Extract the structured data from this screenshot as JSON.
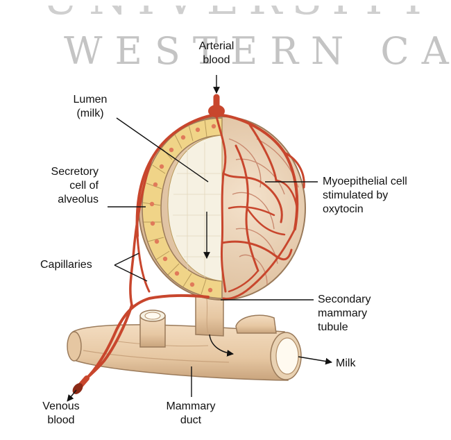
{
  "watermark": {
    "line1": "UNIVERSITY of the",
    "line2": "WESTERN CAPE"
  },
  "labels": {
    "arterial_1": "Arterial",
    "arterial_2": "blood",
    "lumen_1": "Lumen",
    "lumen_2": "(milk)",
    "secretory_1": "Secretory",
    "secretory_2": "cell of",
    "secretory_3": "alveolus",
    "capillaries": "Capillaries",
    "myo_1": "Myoepithelial cell",
    "myo_2": "stimulated by",
    "myo_3": "oxytocin",
    "secondary_1": "Secondary",
    "secondary_2": "mammary",
    "secondary_3": "tubule",
    "milk": "Milk",
    "venous_1": "Venous",
    "venous_2": "blood",
    "duct_1": "Mammary",
    "duct_2": "duct"
  },
  "colors": {
    "vessel": "#c8462d",
    "vessel_dark": "#8c2a17",
    "tissue": "#efd5b8",
    "tissue_edge": "#9a7a5a",
    "secretory_cell": "#f0d488",
    "nucleus": "#e07a5a",
    "lumen": "#f6f1e2"
  }
}
